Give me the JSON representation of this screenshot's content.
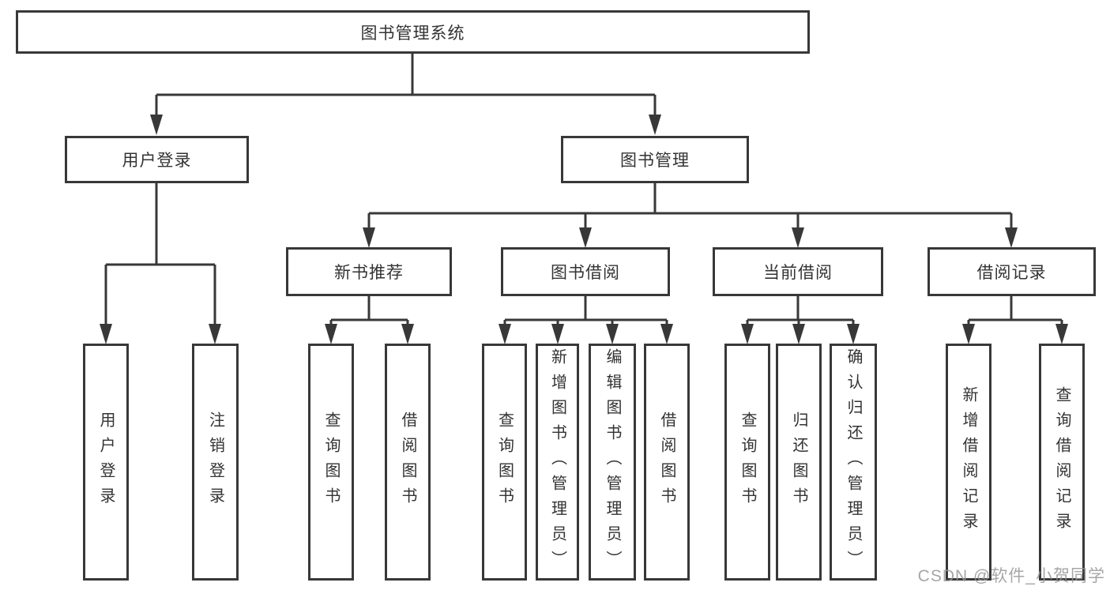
{
  "diagram": {
    "title": "图书管理系统",
    "watermark": "CSDN @软件_小贺同学",
    "colors": {
      "line": "#383838",
      "box_border": "#383838",
      "text": "#333333",
      "watermark": "#969696",
      "background": "#ffffff"
    },
    "nodes": {
      "root": {
        "label": "图书管理系统"
      },
      "user_login_branch": {
        "label": "用户登录"
      },
      "book_mgmt_branch": {
        "label": "图书管理"
      },
      "new_book_rec": {
        "label": "新书推荐"
      },
      "book_borrow": {
        "label": "图书借阅"
      },
      "current_borrow": {
        "label": "当前借阅"
      },
      "borrow_records": {
        "label": "借阅记录"
      },
      "leaf_user_login": {
        "label": "用户登录"
      },
      "leaf_logout": {
        "label": "注销登录"
      },
      "leaf_nbr_query": {
        "label": "查询图书"
      },
      "leaf_nbr_borrow": {
        "label": "借阅图书"
      },
      "leaf_bb_query": {
        "label": "查询图书"
      },
      "leaf_bb_add": {
        "label": "新增图书（管理员）"
      },
      "leaf_bb_edit": {
        "label": "编辑图书（管理员）"
      },
      "leaf_bb_borrow": {
        "label": "借阅图书"
      },
      "leaf_cb_query": {
        "label": "查询图书"
      },
      "leaf_cb_return": {
        "label": "归还图书"
      },
      "leaf_cb_confirm": {
        "label": "确认归还（管理员）"
      },
      "leaf_br_add": {
        "label": "新增借阅记录"
      },
      "leaf_br_query": {
        "label": "查询借阅记录"
      }
    },
    "hierarchy_note": {
      "root_children": "用户登录, 图书管理",
      "user_login_children": "用户登录, 注销登录",
      "book_mgmt_children": "新书推荐, 图书借阅, 当前借阅, 借阅记录",
      "new_book_rec_children": "查询图书, 借阅图书",
      "book_borrow_children": "查询图书, 新增图书（管理员）, 编辑图书（管理员）, 借阅图书",
      "current_borrow_children": "查询图书, 归还图书, 确认归还（管理员）",
      "borrow_records_children": "新增借阅记录, 查询借阅记录"
    }
  }
}
